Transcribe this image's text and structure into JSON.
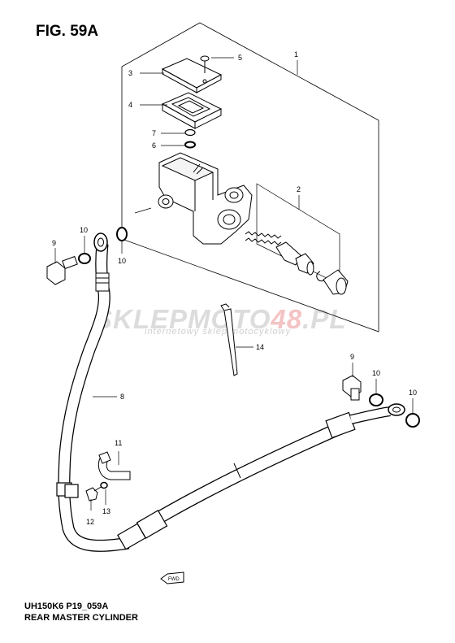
{
  "figure": {
    "title": "FIG. 59A",
    "code": "UH150K6 P19_059A",
    "name": "REAR MASTER CYLINDER"
  },
  "watermark": {
    "brand_part1": "SKLEPMOTO",
    "brand_part2": "48",
    "brand_part3": ".PL",
    "tagline": "internetowy sklep motocyklowy"
  },
  "callouts": {
    "c1": "1",
    "c2": "2",
    "c3": "3",
    "c4": "4",
    "c5": "5",
    "c6": "6",
    "c7": "7",
    "c8": "8",
    "c9a": "9",
    "c9b": "9",
    "c10a": "10",
    "c10b": "10",
    "c10c": "10",
    "c10d": "10",
    "c11": "11",
    "c12": "12",
    "c13": "13",
    "c14": "14"
  },
  "fwd_label": "FWD"
}
